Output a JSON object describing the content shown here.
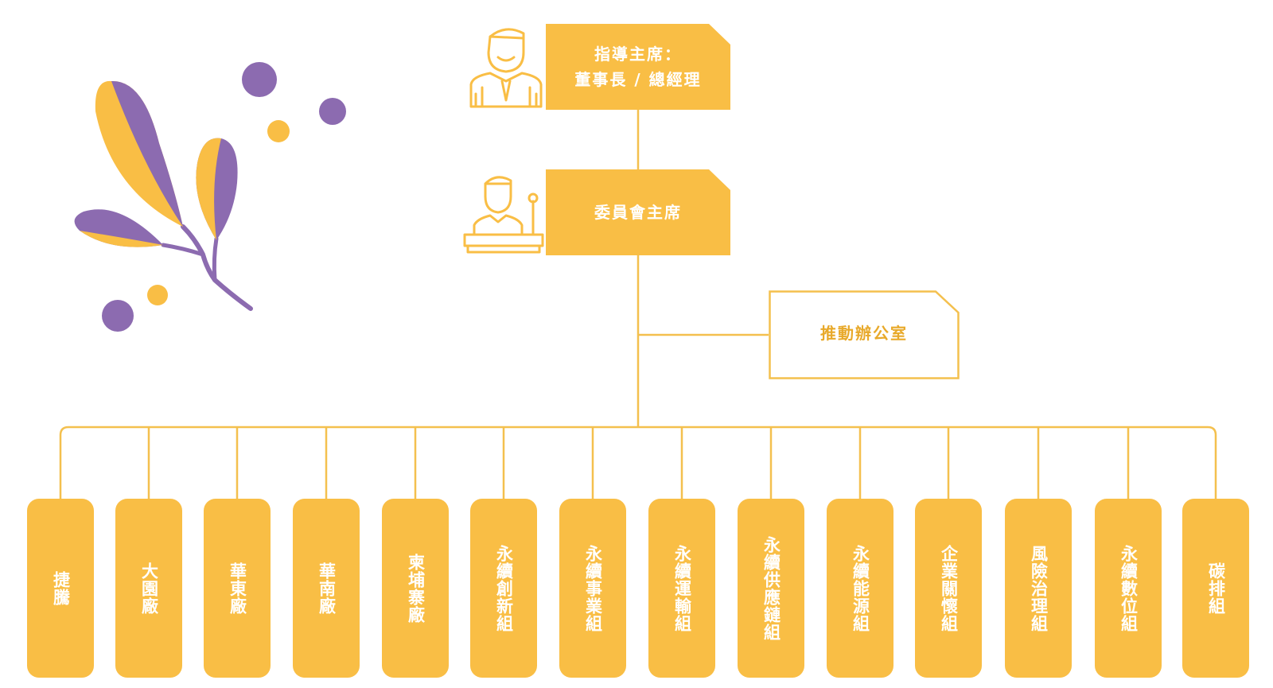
{
  "colors": {
    "primary": "#F9BE45",
    "accent": "#8C6BB0",
    "line": "#F4C04E",
    "office_text": "#E8A92A"
  },
  "executive": {
    "line1": "指導主席：",
    "line2": "董事長 / 總經理"
  },
  "committee": {
    "label": "委員會主席"
  },
  "office": {
    "label": "推動辦公室"
  },
  "departments": [
    "捷騰",
    "大園廠",
    "華東廠",
    "華南廠",
    "柬埔寨廠",
    "永續創新組",
    "永續事業組",
    "永續運輸組",
    "永續供應鏈組",
    "永續能源組",
    "企業關懷組",
    "風險治理組",
    "永續數位組",
    "碳排組"
  ],
  "icons": {
    "executive": "businessman-icon",
    "committee": "speaker-at-podium-icon",
    "decoration": "leaf-branch-icon"
  }
}
